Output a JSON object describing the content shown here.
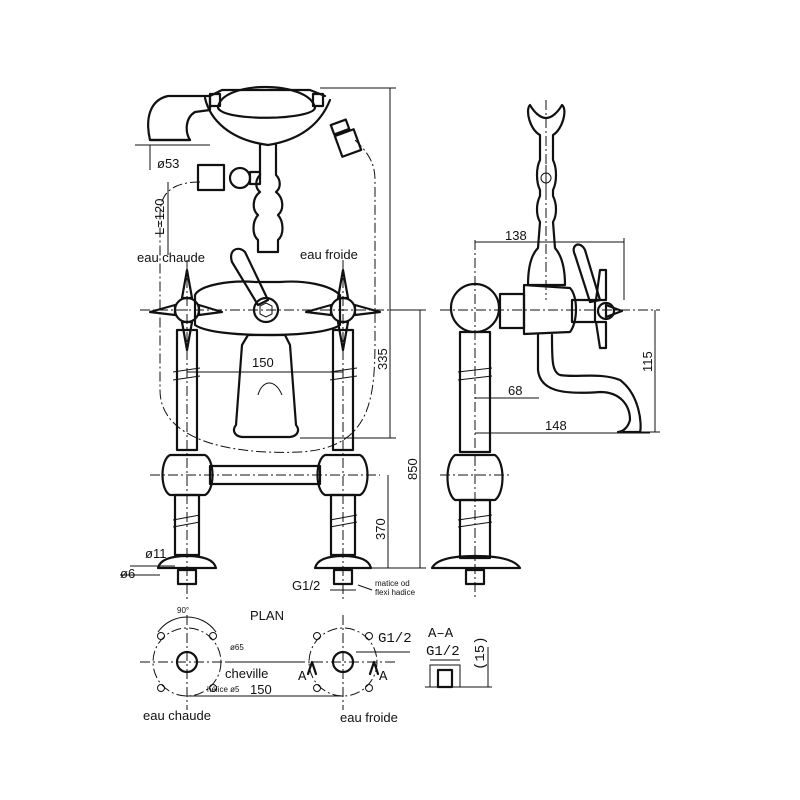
{
  "labels": {
    "hot_top": "eau chaude",
    "cold_top": "eau froide",
    "plan": "PLAN",
    "hot_bottom": "eau chaude",
    "cold_bottom": "eau froide",
    "cheville": "cheville",
    "helice": "hélice ø5",
    "matice": "matice od",
    "flexi": "flexi hadice",
    "section": "A–A"
  },
  "dims": {
    "d53": "ø53",
    "l120": "L=120",
    "d150_front": "150",
    "d335": "335",
    "d850": "850",
    "d370": "370",
    "d11": "ø11",
    "d6": "ø6",
    "g12_front": "G1/2",
    "d138": "138",
    "d68": "68",
    "d148": "148",
    "d115": "115",
    "a90": "90°",
    "d65": "ø65",
    "d150_plan": "150",
    "g12_plan": "G1/2",
    "a_left": "A",
    "a_right": "A",
    "g12_section": "G1/2",
    "d15": "(15)"
  }
}
